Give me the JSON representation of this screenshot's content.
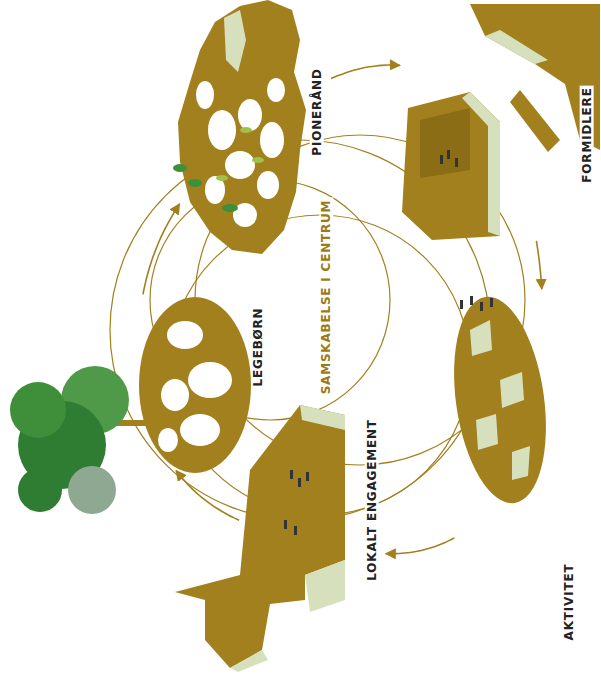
{
  "diagram": {
    "title": "SAMSKABELSE I CENTRUM",
    "nodes": [
      {
        "text": [
          "PIONERÅND"
        ]
      },
      {
        "text": [
          "FORMIDLERE"
        ]
      },
      {
        "text": [
          "AKTIVITET"
        ]
      },
      {
        "text": [
          "LOKALT ENGAGEMENT"
        ]
      },
      {
        "text": [
          "LEGEBØRN"
        ]
      }
    ],
    "edges": [
      {
        "from": 0,
        "to": 1,
        "arrow": "to"
      },
      {
        "from": 1,
        "to": 2,
        "arrow": "to"
      },
      {
        "from": 2,
        "to": 3,
        "arrow": "to"
      },
      {
        "from": 3,
        "to": 4,
        "arrow": "to"
      },
      {
        "from": 4,
        "to": 0,
        "arrow": "to"
      }
    ]
  }
}
